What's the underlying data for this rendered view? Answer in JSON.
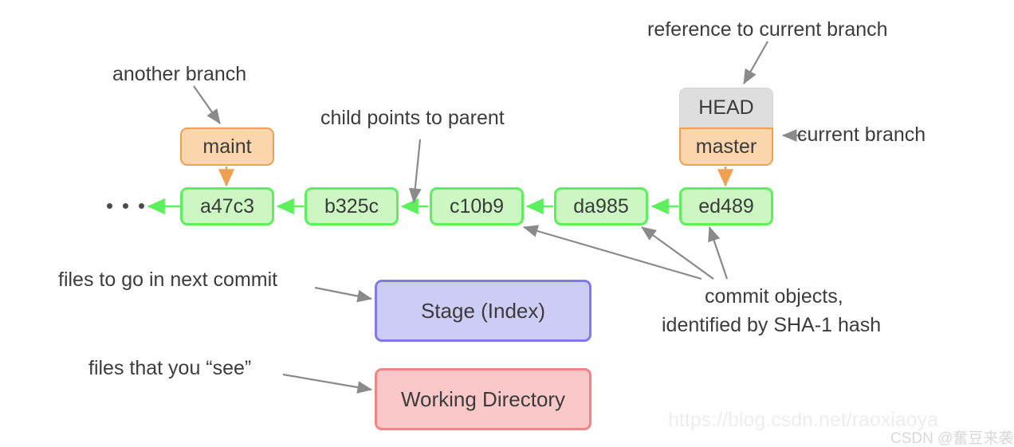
{
  "diagram": {
    "title": "Git data model diagram",
    "colors": {
      "commit_fill": "#ccf7c2",
      "commit_border": "#5cf05c",
      "branch_fill": "#fbd5ab",
      "branch_border": "#f0a050",
      "head_fill": "#dedede",
      "stage_fill": "#ccccf5",
      "stage_border": "#7f7ae8",
      "workdir_fill": "#fac8c8",
      "workdir_border": "#ef8585",
      "annotation_text": "#3c3c3c",
      "arrow_gray": "#8a8a8a"
    }
  },
  "commits": [
    {
      "id": "a47c3"
    },
    {
      "id": "b325c"
    },
    {
      "id": "c10b9"
    },
    {
      "id": "da985"
    },
    {
      "id": "ed489"
    }
  ],
  "refs": {
    "maint": "maint",
    "head": "HEAD",
    "master": "master"
  },
  "areas": {
    "stage": "Stage (Index)",
    "working_directory": "Working Directory"
  },
  "annotations": {
    "another_branch": "another branch",
    "child_points_to_parent": "child points to parent",
    "reference_to_current_branch": "reference to current branch",
    "current_branch": "current branch",
    "files_next_commit": "files to go in next commit",
    "files_you_see": "files that you “see”",
    "commit_objects_line1": "commit objects,",
    "commit_objects_line2": "identified by SHA-1 hash"
  },
  "ellipsis": "· · ·",
  "watermarks": {
    "url": "https://blog.csdn.net/raoxiaoya",
    "csdn": "CSDN @奮豆来袭"
  }
}
